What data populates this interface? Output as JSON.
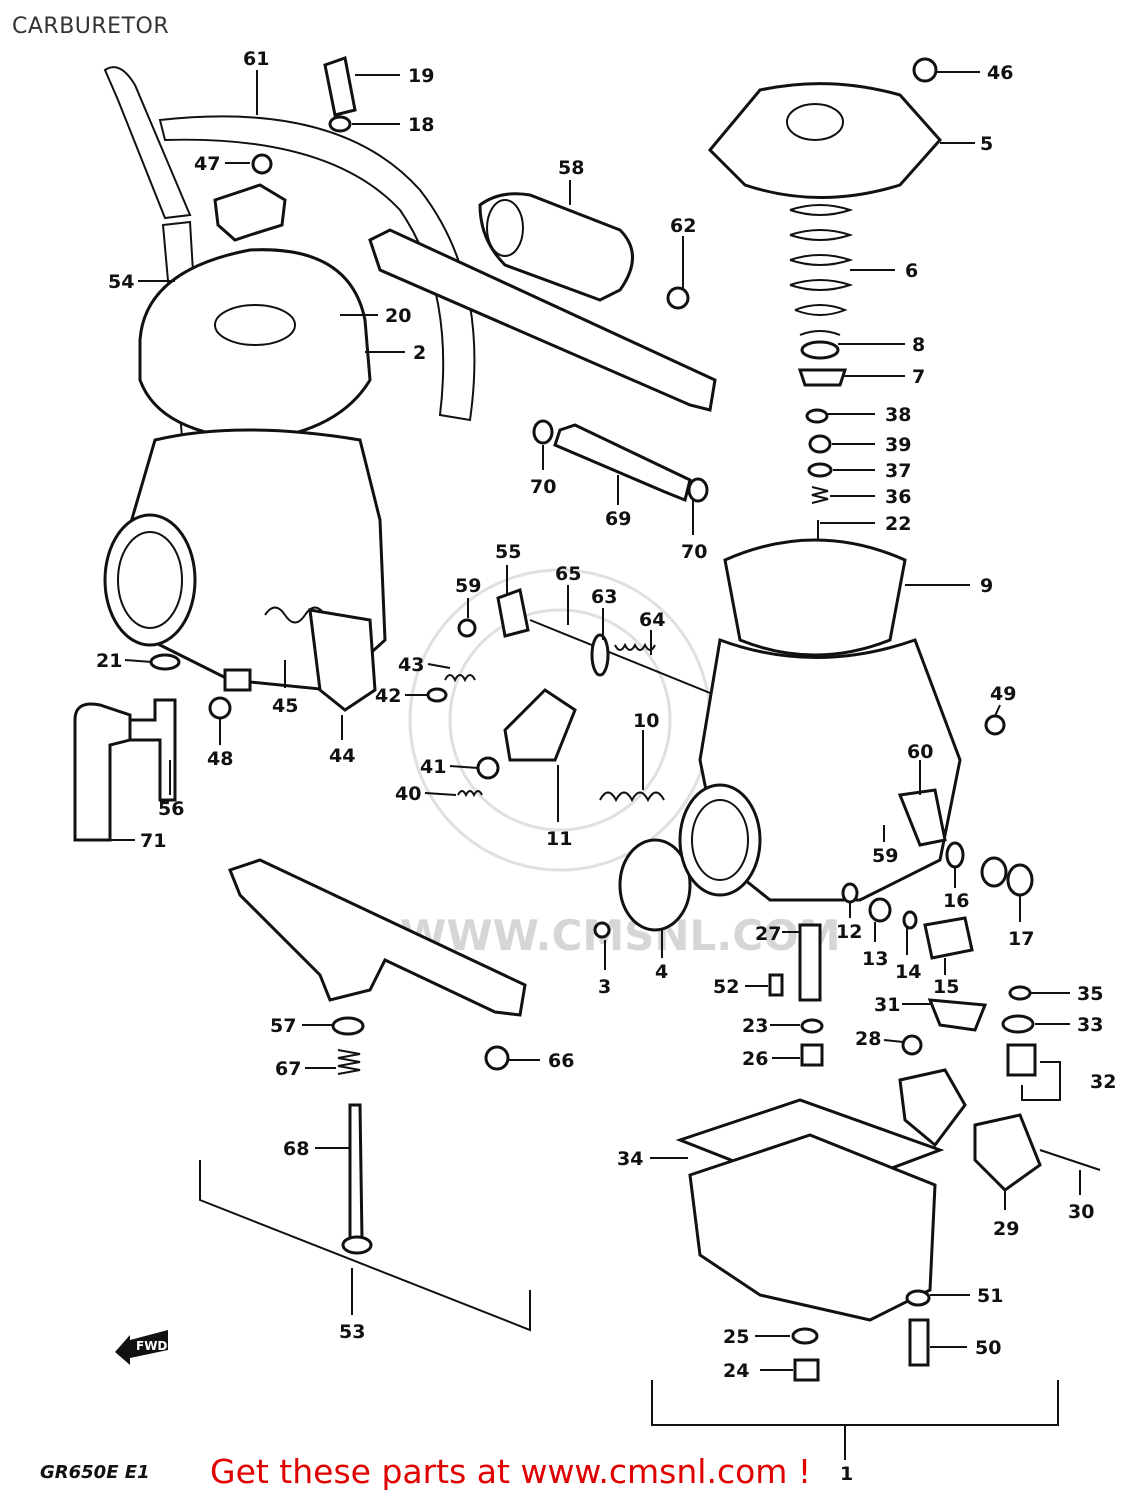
{
  "title": "CARBURETOR",
  "model_code": "GR650E E1",
  "footer_text": "Get these parts at www.cmsnl.com !",
  "watermark_text": "WWW.CMSNL.COM",
  "fwd_text": "FWD",
  "colors": {
    "footer": "#e00000",
    "line": "#111111",
    "watermark": "#cccccc"
  },
  "labels": {
    "l61": "61",
    "l19": "19",
    "l18": "18",
    "l46": "46",
    "l5": "5",
    "l47": "47",
    "l58": "58",
    "l62": "62",
    "l6": "6",
    "l54": "54",
    "l20": "20",
    "l2": "2",
    "l8": "8",
    "l7": "7",
    "l38": "38",
    "l39": "39",
    "l37": "37",
    "l36": "36",
    "l22": "22",
    "l70a": "70",
    "l69": "69",
    "l70b": "70",
    "l9": "9",
    "l55": "55",
    "l65": "65",
    "l59a": "59",
    "l63": "63",
    "l64": "64",
    "l43": "43",
    "l21": "21",
    "l42": "42",
    "l45": "45",
    "l44": "44",
    "l48": "48",
    "l49": "49",
    "l10": "10",
    "l41": "41",
    "l60": "60",
    "l40": "40",
    "l56": "56",
    "l11": "11",
    "l59b": "59",
    "l71": "71",
    "l16": "16",
    "l17": "17",
    "l12": "12",
    "l13": "13",
    "l14": "14",
    "l15": "15",
    "l27": "27",
    "l4": "4",
    "l3": "3",
    "l52": "52",
    "l35": "35",
    "l31": "31",
    "l33": "33",
    "l57": "57",
    "l66": "66",
    "l23": "23",
    "l28": "28",
    "l26": "26",
    "l67": "67",
    "l32": "32",
    "l68": "68",
    "l34": "34",
    "l29": "29",
    "l30": "30",
    "l53": "53",
    "l51": "51",
    "l25": "25",
    "l50": "50",
    "l24": "24",
    "l1": "1"
  }
}
